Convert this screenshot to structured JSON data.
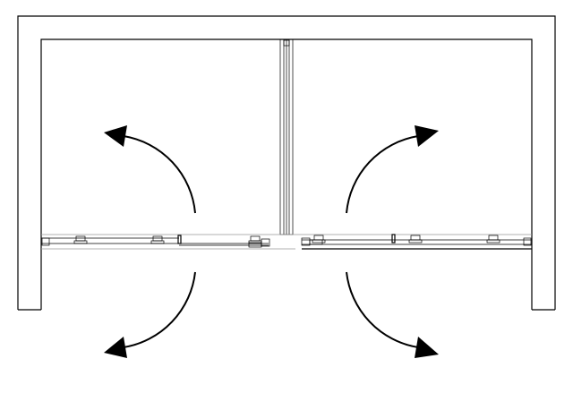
{
  "drawing": {
    "type": "shower-enclosure-plan",
    "colors": {
      "line": "#000000",
      "background": "#ffffff",
      "guide": "#999999"
    },
    "doors": [
      {
        "name": "left-door",
        "swing": "both"
      },
      {
        "name": "right-door",
        "swing": "both"
      }
    ]
  }
}
